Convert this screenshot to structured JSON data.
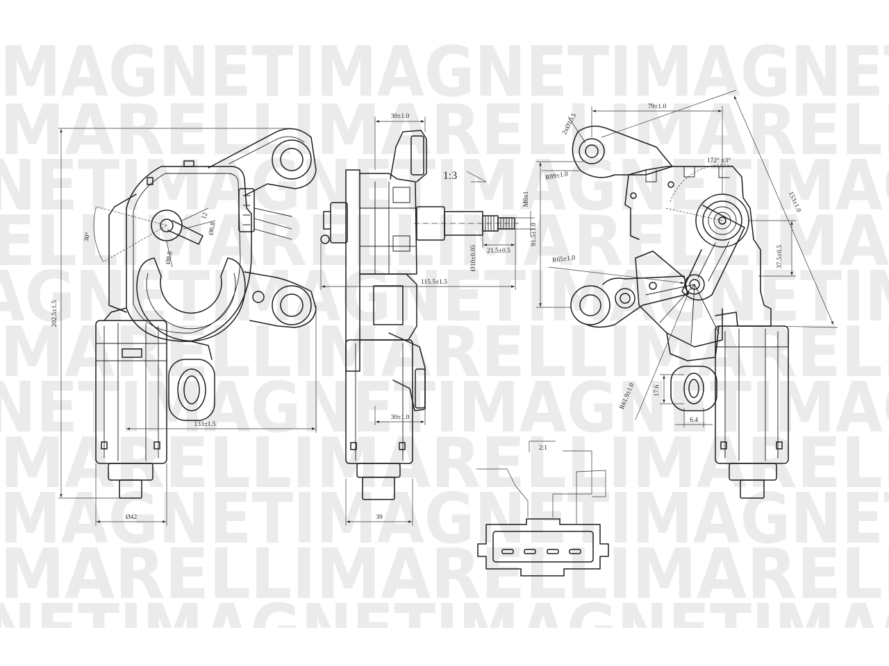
{
  "watermark": {
    "word_1": "MAGNETI",
    "word_2": "MARELLI"
  },
  "front_view": {
    "height": "202.5±1.5",
    "width": "133±1.5",
    "motor_diameter": "Ø42",
    "crank_angle": "30°",
    "crank_dim": "12",
    "crank_dia_a": "Ø6.8",
    "crank_dia_b": "Ø8.8"
  },
  "side_view": {
    "upper_bracket": "30±1.0",
    "scale": "1:3",
    "thread": "M6x1",
    "shaft_tip": "21.5±0.5",
    "shaft_diameter": "Ø10±0.05",
    "shaft_length": "115.5±1.5",
    "lower_bracket": "30±1.0",
    "motor_depth": "39"
  },
  "rear_view": {
    "pivot_spacing": "79±1.0",
    "hole_diameter": "2xØ10.5",
    "sweep_angle": "172° ±3°",
    "radius_upper": "R89±1.0",
    "diagonal": "153±1.0",
    "height": "91.5±1.0",
    "radius_middle": "R65±1.0",
    "offset": "37.5±0.5",
    "radius_lower": "R61.9±1.0",
    "slot_height": "17.6",
    "slot_width": "6.4"
  },
  "connector": {
    "scale": "2:1"
  }
}
